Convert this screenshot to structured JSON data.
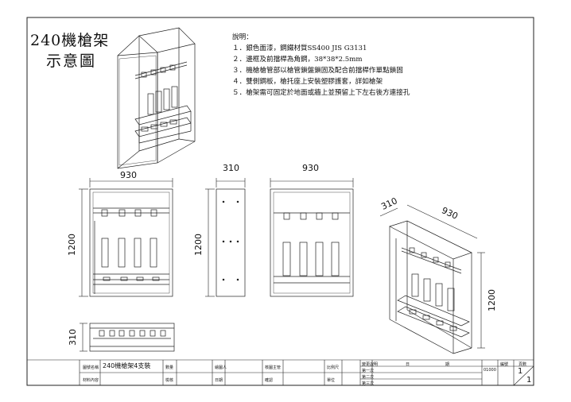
{
  "title": {
    "line1": "240機槍架",
    "line2": "示意圖"
  },
  "notes": {
    "heading": "說明：",
    "items": [
      "１．銀色面漆，鋼鐵材質SS400 JIS G3131",
      "２．邊框及前擋桿為角鋼，38*38*2.5mm",
      "３．機槍槍管部以槍管鎖盤鎖固及配合前擋桿作單點鎖固",
      "４．雙側鋼板，槍托座上安裝塑膠護套，詳如槍架",
      "５．槍架需可固定於地面或牆上並預留上下左右後方連接孔"
    ]
  },
  "dimensions": {
    "front_width": "930",
    "front_height": "1200",
    "side_depth": "310",
    "side_height": "1200",
    "rear_width": "930",
    "iso_depth": "310",
    "iso_width": "930",
    "iso_height": "1200",
    "top_depth": "310"
  },
  "title_block": {
    "drawing_name_label": "圖號名稱",
    "drawing_name_value": "240機槍架4支裝",
    "material_label": "材料內容",
    "quantity_label": "數量",
    "check_label": "檢核",
    "drawn_label": "繪圖人",
    "date_label": "日期",
    "approve_label": "核圖主管",
    "confirm_label": "確認",
    "scale_label": "比例尺",
    "unit_label": "單位",
    "rev_header": "變更說明",
    "rev_col1": "日",
    "rev_col2": "期",
    "rev_row1": "第一次",
    "rev_row2": "第二次",
    "rev_row3": "第三次",
    "code": "01000",
    "sheet_label": "編號",
    "pages_label": "頁數",
    "page_num": "1",
    "page_total": "1"
  }
}
